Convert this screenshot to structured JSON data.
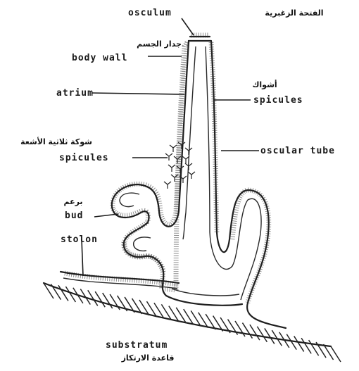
{
  "labels": {
    "osculum": {
      "en": "osculum",
      "ar": "الفتحة الزغبرية"
    },
    "body_wall": {
      "en": "body wall",
      "ar": "جدار الجسم"
    },
    "atrium": {
      "en": "atrium"
    },
    "spicules_right": {
      "en": "spicules",
      "ar": "أشواك"
    },
    "spicules_left": {
      "en": "spicules",
      "ar": "شوكة ثلاثية الأشعة"
    },
    "oscular_tube": {
      "en": "oscular tube"
    },
    "bud": {
      "en": "bud",
      "ar": "برعم"
    },
    "stolon": {
      "en": "stolon"
    },
    "substratum": {
      "en": "substratum",
      "ar": "قاعدة الارتكاز"
    }
  },
  "colors": {
    "ink": "#1e1e1e",
    "paper": "#ffffff"
  }
}
